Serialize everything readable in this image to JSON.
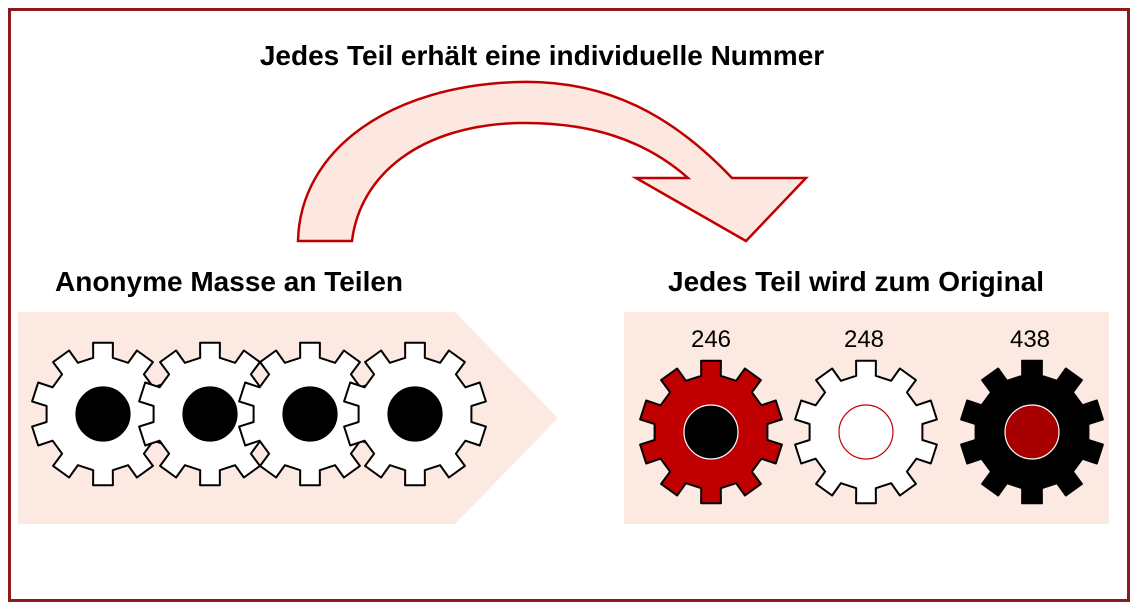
{
  "header": {
    "title": "Jedes Teil erhält eine individuelle Nummer"
  },
  "left": {
    "title": "Anonyme Masse an Teilen"
  },
  "right": {
    "title": "Jedes Teil wird zum Original",
    "numbers": [
      "246",
      "248",
      "438"
    ]
  },
  "colors": {
    "frame": "#8b1a1a",
    "accent_red": "#c00000",
    "panel_fill": "#fbe9e2",
    "arrow_fill": "#fce8e0",
    "arrow_stroke": "#c00000",
    "gear_black": "#000000",
    "gear_white": "#ffffff"
  },
  "icons": {
    "anonymous_gears": [
      "gear-icon",
      "gear-icon",
      "gear-icon",
      "gear-icon"
    ],
    "original_gears": [
      "red-gear-icon",
      "white-gear-icon",
      "black-gear-icon"
    ],
    "flow_arrow": "curved-arrow-icon",
    "panel_arrow": "chevron-panel-icon"
  }
}
